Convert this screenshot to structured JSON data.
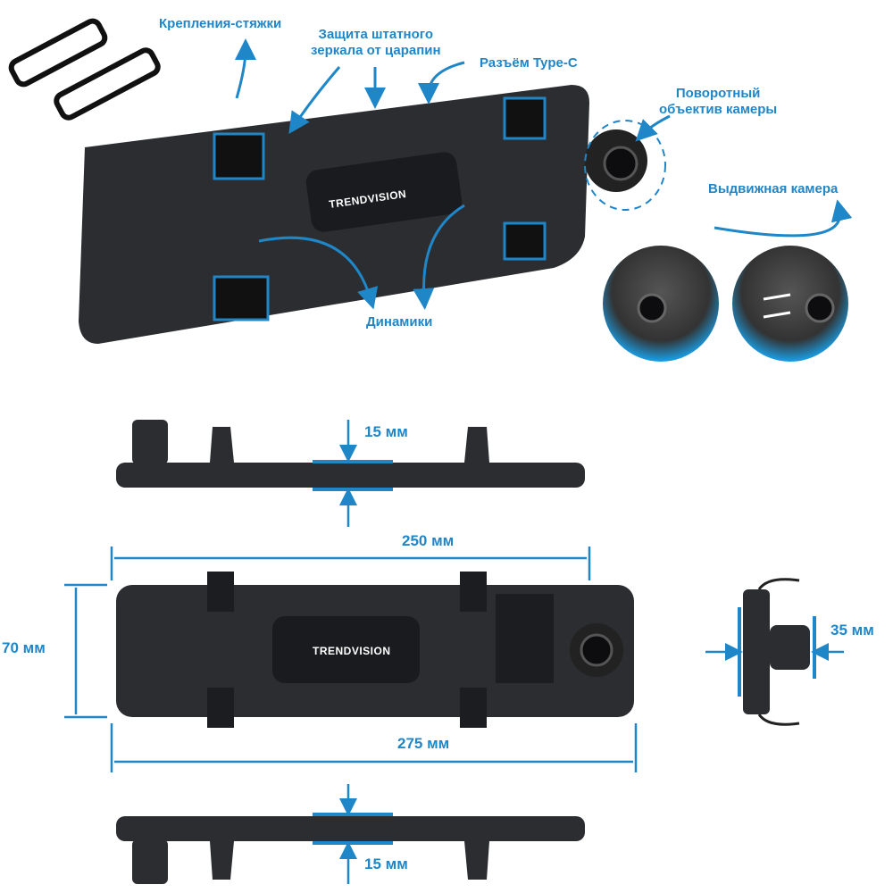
{
  "labels": {
    "straps": "Крепления-стяжки",
    "protection_line1": "Защита штатного",
    "protection_line2": "зеркала от царапин",
    "type_c": "Разъём Type-C",
    "rotating_line1": "Поворотный",
    "rotating_line2": "объектив камеры",
    "sliding_camera": "Выдвижная камера",
    "speakers": "Динамики"
  },
  "brand": "TRENDVISION",
  "dimensions": {
    "thickness_top": "15 мм",
    "screen_width": "250 мм",
    "height": "70 мм",
    "total_width": "275 мм",
    "camera_depth": "35 мм",
    "thickness_bottom": "15 мм"
  },
  "colors": {
    "accent": "#1f86c8",
    "device": "#2b2d31"
  }
}
